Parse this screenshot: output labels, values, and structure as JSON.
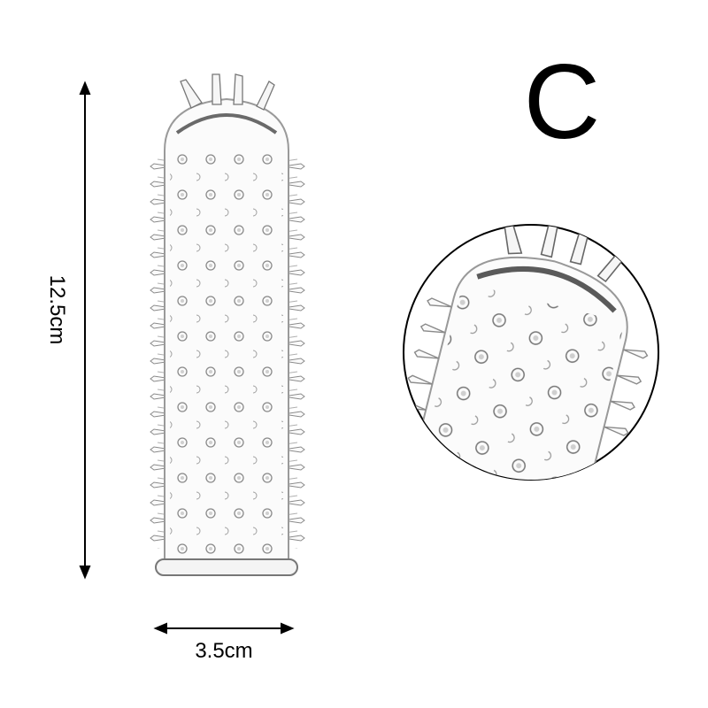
{
  "dimensions": {
    "height": "12.5cm",
    "width": "3.5cm"
  },
  "variant": {
    "letter": "C"
  },
  "colors": {
    "outline": "#9a9a9a",
    "dark_outline": "#333333",
    "background": "#ffffff",
    "text": "#000000"
  },
  "icons": {
    "main": "sleeve-product-illustration",
    "zoom": "zoom-detail-circle"
  }
}
